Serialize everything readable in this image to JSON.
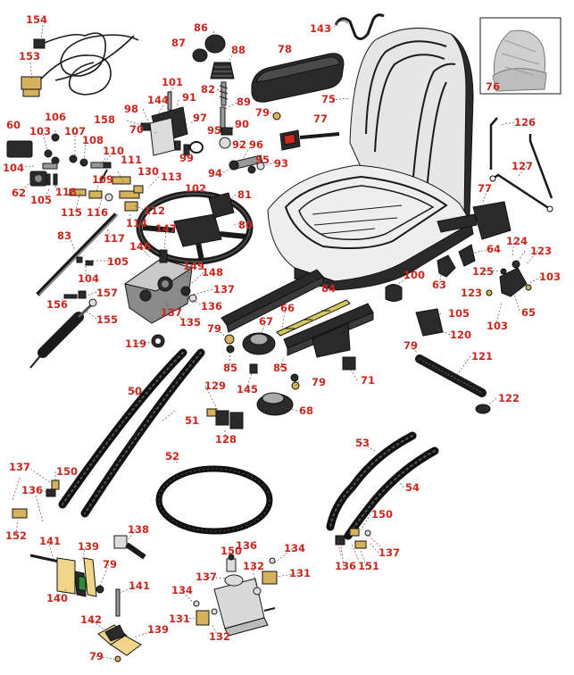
{
  "callouts": [
    {
      "id": "c154",
      "label": "154"
    },
    {
      "id": "c153",
      "label": "153"
    },
    {
      "id": "c143",
      "label": "143"
    },
    {
      "id": "c86",
      "label": "86"
    },
    {
      "id": "c87",
      "label": "87"
    },
    {
      "id": "c88",
      "label": "88"
    },
    {
      "id": "c78",
      "label": "78"
    },
    {
      "id": "c76",
      "label": "76"
    },
    {
      "id": "c82",
      "label": "82"
    },
    {
      "id": "c101",
      "label": "101"
    },
    {
      "id": "c144",
      "label": "144"
    },
    {
      "id": "c91",
      "label": "91"
    },
    {
      "id": "c75",
      "label": "75"
    },
    {
      "id": "c98",
      "label": "98"
    },
    {
      "id": "c89",
      "label": "89"
    },
    {
      "id": "c79a",
      "label": "79"
    },
    {
      "id": "c77a",
      "label": "77"
    },
    {
      "id": "c97",
      "label": "97"
    },
    {
      "id": "c90",
      "label": "90"
    },
    {
      "id": "c158",
      "label": "158"
    },
    {
      "id": "c70",
      "label": "70"
    },
    {
      "id": "c95a",
      "label": "95"
    },
    {
      "id": "c126",
      "label": "126"
    },
    {
      "id": "c60",
      "label": "60"
    },
    {
      "id": "c106",
      "label": "106"
    },
    {
      "id": "c103a",
      "label": "103"
    },
    {
      "id": "c107",
      "label": "107"
    },
    {
      "id": "c92",
      "label": "92"
    },
    {
      "id": "c96",
      "label": "96"
    },
    {
      "id": "c99",
      "label": "99"
    },
    {
      "id": "c108",
      "label": "108"
    },
    {
      "id": "c110",
      "label": "110"
    },
    {
      "id": "c95b",
      "label": "95"
    },
    {
      "id": "c93",
      "label": "93"
    },
    {
      "id": "c104a",
      "label": "104"
    },
    {
      "id": "c111",
      "label": "111"
    },
    {
      "id": "c94",
      "label": "94"
    },
    {
      "id": "c127",
      "label": "127"
    },
    {
      "id": "c109",
      "label": "109"
    },
    {
      "id": "c130",
      "label": "130"
    },
    {
      "id": "c62",
      "label": "62"
    },
    {
      "id": "c118",
      "label": "118"
    },
    {
      "id": "c105a",
      "label": "105"
    },
    {
      "id": "c113",
      "label": "113"
    },
    {
      "id": "c102",
      "label": "102"
    },
    {
      "id": "c81",
      "label": "81"
    },
    {
      "id": "c77b",
      "label": "77"
    },
    {
      "id": "c115",
      "label": "115"
    },
    {
      "id": "c116",
      "label": "116"
    },
    {
      "id": "c112",
      "label": "112"
    },
    {
      "id": "c114",
      "label": "114"
    },
    {
      "id": "c80",
      "label": "80"
    },
    {
      "id": "c147",
      "label": "147"
    },
    {
      "id": "c83",
      "label": "83"
    },
    {
      "id": "c117",
      "label": "117"
    },
    {
      "id": "c146",
      "label": "146"
    },
    {
      "id": "c124",
      "label": "124"
    },
    {
      "id": "c64",
      "label": "64"
    },
    {
      "id": "c123a",
      "label": "123"
    },
    {
      "id": "c105b",
      "label": "105"
    },
    {
      "id": "c149",
      "label": "149"
    },
    {
      "id": "c125",
      "label": "125"
    },
    {
      "id": "c104b",
      "label": "104"
    },
    {
      "id": "c148",
      "label": "148"
    },
    {
      "id": "c100",
      "label": "100"
    },
    {
      "id": "c103b",
      "label": "103"
    },
    {
      "id": "c63",
      "label": "63"
    },
    {
      "id": "c84",
      "label": "84"
    },
    {
      "id": "c157",
      "label": "157"
    },
    {
      "id": "c137a",
      "label": "137"
    },
    {
      "id": "c123b",
      "label": "123"
    },
    {
      "id": "c156",
      "label": "156"
    },
    {
      "id": "c136a",
      "label": "136"
    },
    {
      "id": "c66",
      "label": "66"
    },
    {
      "id": "c65",
      "label": "65"
    },
    {
      "id": "c155",
      "label": "155"
    },
    {
      "id": "c137b",
      "label": "137"
    },
    {
      "id": "c135",
      "label": "135"
    },
    {
      "id": "c67",
      "label": "67"
    },
    {
      "id": "c105c",
      "label": "105"
    },
    {
      "id": "c103c",
      "label": "103"
    },
    {
      "id": "c79b",
      "label": "79"
    },
    {
      "id": "c120",
      "label": "120"
    },
    {
      "id": "c119",
      "label": "119"
    },
    {
      "id": "c79c",
      "label": "79"
    },
    {
      "id": "c85a",
      "label": "85"
    },
    {
      "id": "c85b",
      "label": "85"
    },
    {
      "id": "c121",
      "label": "121"
    },
    {
      "id": "c71",
      "label": "71"
    },
    {
      "id": "c79d",
      "label": "79"
    },
    {
      "id": "c129",
      "label": "129"
    },
    {
      "id": "c145",
      "label": "145"
    },
    {
      "id": "c50",
      "label": "50"
    },
    {
      "id": "c122",
      "label": "122"
    },
    {
      "id": "c68",
      "label": "68"
    },
    {
      "id": "c51",
      "label": "51"
    },
    {
      "id": "c128",
      "label": "128"
    },
    {
      "id": "c53",
      "label": "53"
    },
    {
      "id": "c52",
      "label": "52"
    },
    {
      "id": "c137c",
      "label": "137"
    },
    {
      "id": "c150a",
      "label": "150"
    },
    {
      "id": "c54",
      "label": "54"
    },
    {
      "id": "c136b",
      "label": "136"
    },
    {
      "id": "c152",
      "label": "152"
    },
    {
      "id": "c150b",
      "label": "150"
    },
    {
      "id": "c138",
      "label": "138"
    },
    {
      "id": "c141a",
      "label": "141"
    },
    {
      "id": "c139a",
      "label": "139"
    },
    {
      "id": "c136c",
      "label": "136"
    },
    {
      "id": "c151",
      "label": "151"
    },
    {
      "id": "c137d",
      "label": "137"
    },
    {
      "id": "c79e",
      "label": "79"
    },
    {
      "id": "c150c",
      "label": "150"
    },
    {
      "id": "c136d",
      "label": "136"
    },
    {
      "id": "c134a",
      "label": "134"
    },
    {
      "id": "c140",
      "label": "140"
    },
    {
      "id": "c137e",
      "label": "137"
    },
    {
      "id": "c132a",
      "label": "132"
    },
    {
      "id": "c131a",
      "label": "131"
    },
    {
      "id": "c141b",
      "label": "141"
    },
    {
      "id": "c134b",
      "label": "134"
    },
    {
      "id": "c142",
      "label": "142"
    },
    {
      "id": "c139b",
      "label": "139"
    },
    {
      "id": "c131b",
      "label": "131"
    },
    {
      "id": "c132b",
      "label": "132"
    },
    {
      "id": "c79f",
      "label": "79"
    }
  ],
  "colors": {
    "callout": "#c8281e",
    "line": "#1a1a1a"
  }
}
